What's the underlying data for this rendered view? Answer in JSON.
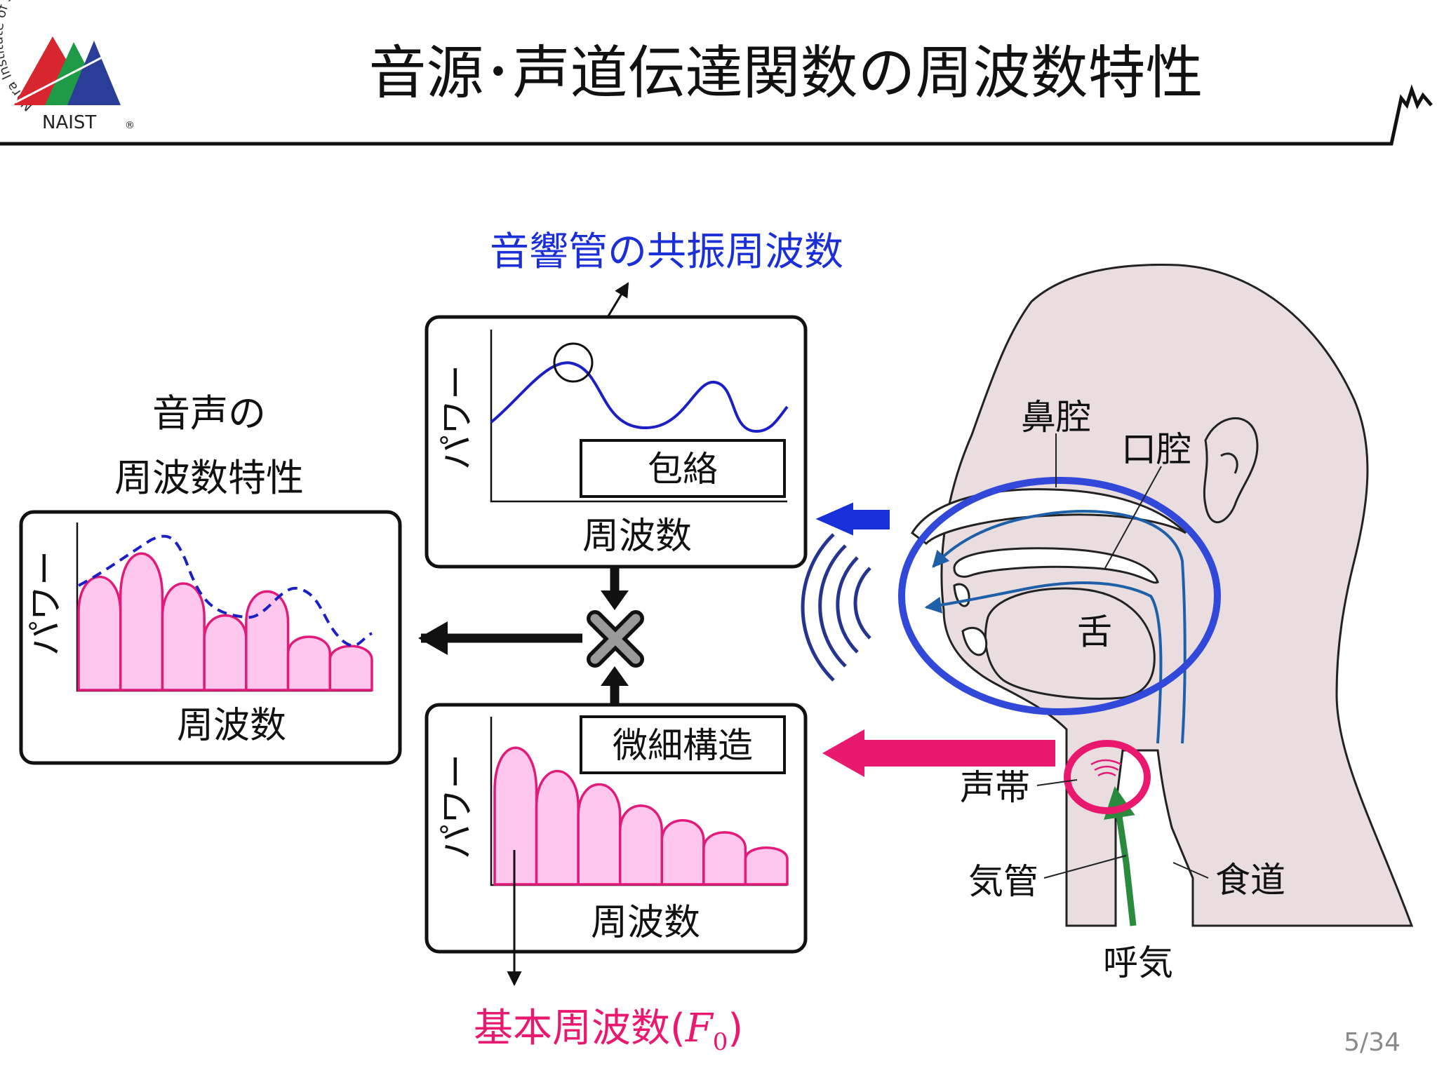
{
  "slide": {
    "title": "音源･声道伝達関数の周波数特性",
    "page_number": "5/34"
  },
  "logo": {
    "ring_text": "Nara Institute of Science and Technology",
    "abbr": "NAIST",
    "registered": "®",
    "colors": [
      "#d8262e",
      "#1f9a47",
      "#2a3e97"
    ]
  },
  "speech_box": {
    "label_line1": "音声の",
    "label_line2": "周波数特性",
    "y_label": "パワー",
    "x_label": "周波数"
  },
  "envelope_box": {
    "y_label": "パワー",
    "x_label": "周波数",
    "tag": "包絡",
    "annotation": "音響管の共振周波数"
  },
  "fine_box": {
    "y_label": "パワー",
    "x_label": "周波数",
    "tag": "微細構造",
    "annotation_main": "基本周波数",
    "annotation_paren_open": "(",
    "annotation_var": "F",
    "annotation_sub": "0",
    "annotation_paren_close": ")"
  },
  "operator": {
    "symbol": "×"
  },
  "anatomy": {
    "nasal": "鼻腔",
    "oral": "口腔",
    "tongue": "舌",
    "vocal_cords": "声帯",
    "trachea": "気管",
    "esophagus": "食道",
    "exhale": "呼気"
  },
  "colors": {
    "blue_text": "#1a2fd6",
    "pink_text": "#e8196e",
    "spectrum_fill": "#ffc6ee",
    "spectrum_stroke": "#e21a7a",
    "envelope": "#1b1fc4",
    "head_fill": "#e9dde0",
    "tract_flow": "#1f5fa8",
    "breath": "#2a8a3e"
  }
}
